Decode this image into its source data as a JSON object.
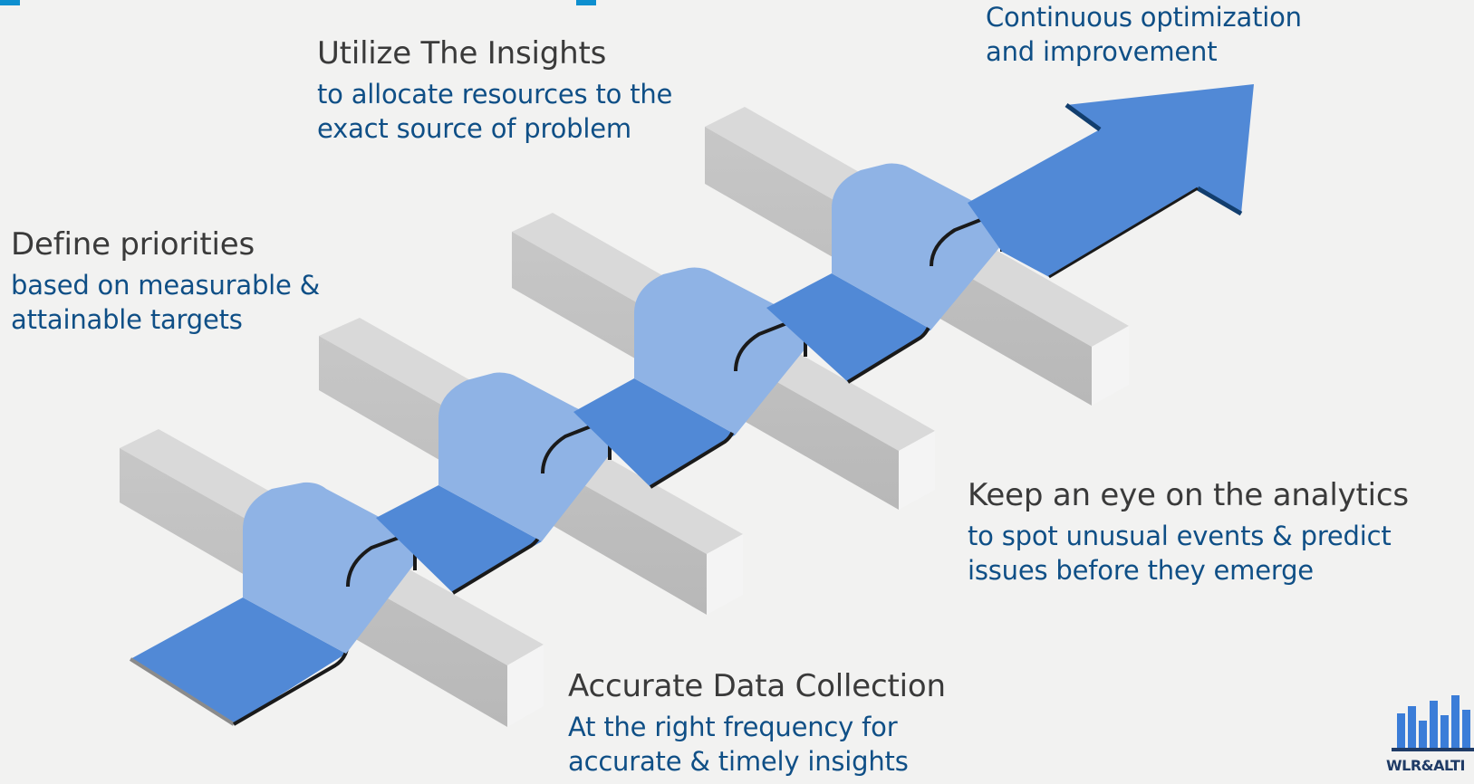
{
  "steps": [
    {
      "heading": "Define priorities",
      "description": "based on measurable &\nattainable targets"
    },
    {
      "heading": "Utilize The Insights",
      "description": "to allocate resources to the\nexact source of problem"
    },
    {
      "heading": "",
      "description": "Continuous optimization\nand improvement"
    },
    {
      "heading": "Keep an eye on the analytics",
      "description": "to spot unusual events & predict\nissues before they emerge"
    },
    {
      "heading": "Accurate Data Collection",
      "description": "At the right frequency for\naccurate & timely insights"
    }
  ],
  "logo": {
    "text": "WLR&ALTI"
  },
  "colors": {
    "background": "#f2f2f1",
    "heading_text": "#3a3a3a",
    "description_text": "#0f4f86",
    "ribbon_dark": "#5189d6",
    "ribbon_light": "#8fb3e5",
    "ribbon_edge": "#1a1a1a",
    "wall_top": "#d9d9d9",
    "wall_side": "#bfbfbf",
    "wall_end": "#f5f5f5",
    "title_accent": "#0e8fcf",
    "logo_blue": "#3b7dd8"
  }
}
